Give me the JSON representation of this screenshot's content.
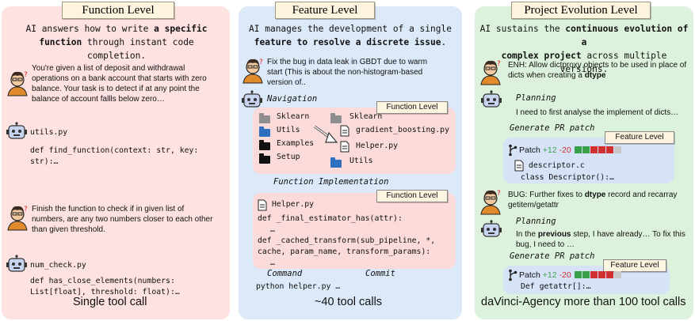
{
  "panels": {
    "function": {
      "title": "Function Level",
      "intro_1": "AI answers how to write ",
      "intro_bold_1": "a specific",
      "intro_bold_2": "function",
      "intro_2": " through instant code completion.",
      "user_prompt_1": "You're given a list of deposit and withdrawal operations on a bank account that starts with zero balance. Your task is to detect if at any point the balance of account fallls below zero…",
      "file_1": "utils.py",
      "code_1a": "def find_function(context: str, key:",
      "code_1b": "str):…",
      "user_prompt_2": "Finish the function to check if in given list of numbers, are any two numbers closer to each other than given threshold.",
      "file_2": "num_check.py",
      "code_2a": "def has_close_elements(numbers:",
      "code_2b": "List[float], threshold: float):…",
      "footer": "Single tool call"
    },
    "feature": {
      "title": "Feature Level",
      "intro_1": "AI manages the development of a single",
      "intro_bold": "feature to resolve a discrete issue",
      "intro_2": ".",
      "user_prompt": "Fix the bug in data leak in GBDT due to warm start (This is about the non-histogram-based version of..",
      "navigation_label": "Navigation",
      "nav_tag": "Function Level",
      "left_items": [
        "Sklearn",
        "Utils",
        "Examples",
        "Setup"
      ],
      "right_items": [
        "Sklearn",
        "gradient_boosting.py",
        "Helper.py",
        "Utils"
      ],
      "impl_label": "Function Implementation",
      "impl_tag": "Function Level",
      "impl_file": "Helper.py",
      "impl_code_1": "def _final_estimator_has(attr):",
      "impl_code_2": "…",
      "impl_code_3": "def _cached_transform(sub_pipeline, *,",
      "impl_code_4": "cache, param_name, transform_params):",
      "impl_code_5": "…",
      "command_label": "Command",
      "commit_label": "Commit",
      "command_code": "python helper.py …",
      "footer": "~40 tool calls"
    },
    "project": {
      "title": "Project Evolution Level",
      "intro_1": "AI sustains the ",
      "intro_bold_1": "continuous evolution of a",
      "intro_bold_2": "complex project",
      "intro_2": " across multiple versions.",
      "enh_1": "ENH: Allow dictproxy objects to be used in place of dicts when creating a ",
      "enh_bold": "dtype",
      "planning_label_1": "Planning",
      "planning_text_1": "I need to first analyse the implement of dicts…",
      "pr_label_1": "Generate PR patch",
      "pr_tag_1": "Feature Level",
      "patch_label_1": "Patch",
      "patch_plus_1": "+12",
      "patch_minus_1": "-20",
      "patch_file_1": "descriptor.c",
      "patch_code_1": "class Descriptor():…",
      "bug_1": "BUG: Further fixes to ",
      "bug_bold": "dtype",
      "bug_2": " record and recarray getitem/getattr",
      "planning_label_2": "Planning",
      "planning_text_2a": "In the ",
      "planning_text_bold": "previous",
      "planning_text_2b": " step, I have already… To fix this bug, I need to …",
      "pr_label_2": "Generate PR patch",
      "pr_tag_2": "Feature Level",
      "patch_label_2": "Patch",
      "patch_plus_2": "+12",
      "patch_minus_2": "-20",
      "patch_code_2": "Def getattr[]:…",
      "footer": "daVinci-Agency more than 100 tool calls"
    }
  },
  "colors": {
    "panel_function": "#fde2e1",
    "panel_feature": "#dce9f8",
    "panel_project": "#ddf2dc",
    "patch_green": "#3aa04a",
    "patch_red": "#d03030"
  },
  "icons": [
    "user-avatar-icon",
    "robot-icon",
    "folder-icon",
    "file-icon",
    "git-branch-icon",
    "arrow-icon"
  ]
}
